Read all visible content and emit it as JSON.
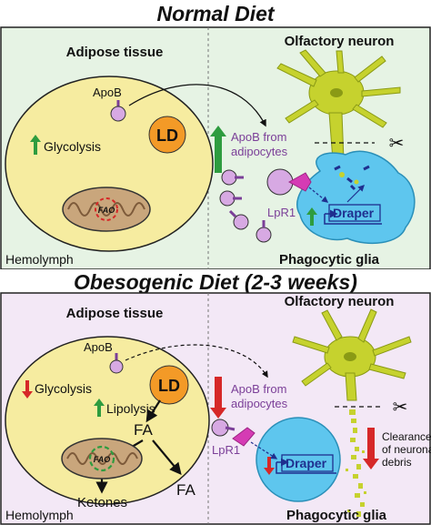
{
  "colors": {
    "normal_bg": "#e6f3e4",
    "obese_bg": "#f3e8f6",
    "fat_cell": "#f6eca0",
    "lipid_droplet": "#f39a27",
    "mitochondria": "#c9a67c",
    "neuron": "#c6d22e",
    "glia": "#5ec6ee",
    "apob": "#d7a9e3",
    "receptor": "#d53bb4",
    "draper": "#1f2f8f",
    "up_arrow": "#2e9c3f",
    "down_arrow": "#d62828"
  },
  "normal": {
    "title": "Normal Diet",
    "adipose_label": "Adipose tissue",
    "neuron_label": "Olfactory neuron",
    "apob_label": "ApoB",
    "ld_label": "LD",
    "glycolysis_label": "Glycolysis",
    "fao_label": "FAO",
    "hemolymph_label": "Hemolymph",
    "apob_from_line1": "ApoB from",
    "apob_from_line2": "adipocytes",
    "lpr1_label": "LpR1",
    "draper_label": "Draper",
    "glia_label": "Phagocytic glia",
    "icons": [
      "scissors-icon",
      "up-arrow-icon"
    ]
  },
  "obese": {
    "title": "Obesogenic Diet (2-3 weeks)",
    "adipose_label": "Adipose tissue",
    "neuron_label": "Olfactory neuron",
    "apob_label": "ApoB",
    "ld_label": "LD",
    "glycolysis_label": "Glycolysis",
    "lipolysis_label": "Lipolysis",
    "fa_label": "FA",
    "fa_label_2": "FA",
    "fao_label": "FAO",
    "ketones_label": "Ketones",
    "hemolymph_label": "Hemolymph",
    "apob_from_line1": "ApoB from",
    "apob_from_line2": "adipocytes",
    "lpr1_label": "LpR1",
    "draper_label": "Draper",
    "glia_label": "Phagocytic glia",
    "clearance_line1": "Clearance",
    "clearance_line2": "of neuronal",
    "clearance_line3": "debris",
    "icons": [
      "scissors-icon",
      "down-arrow-icon"
    ]
  }
}
